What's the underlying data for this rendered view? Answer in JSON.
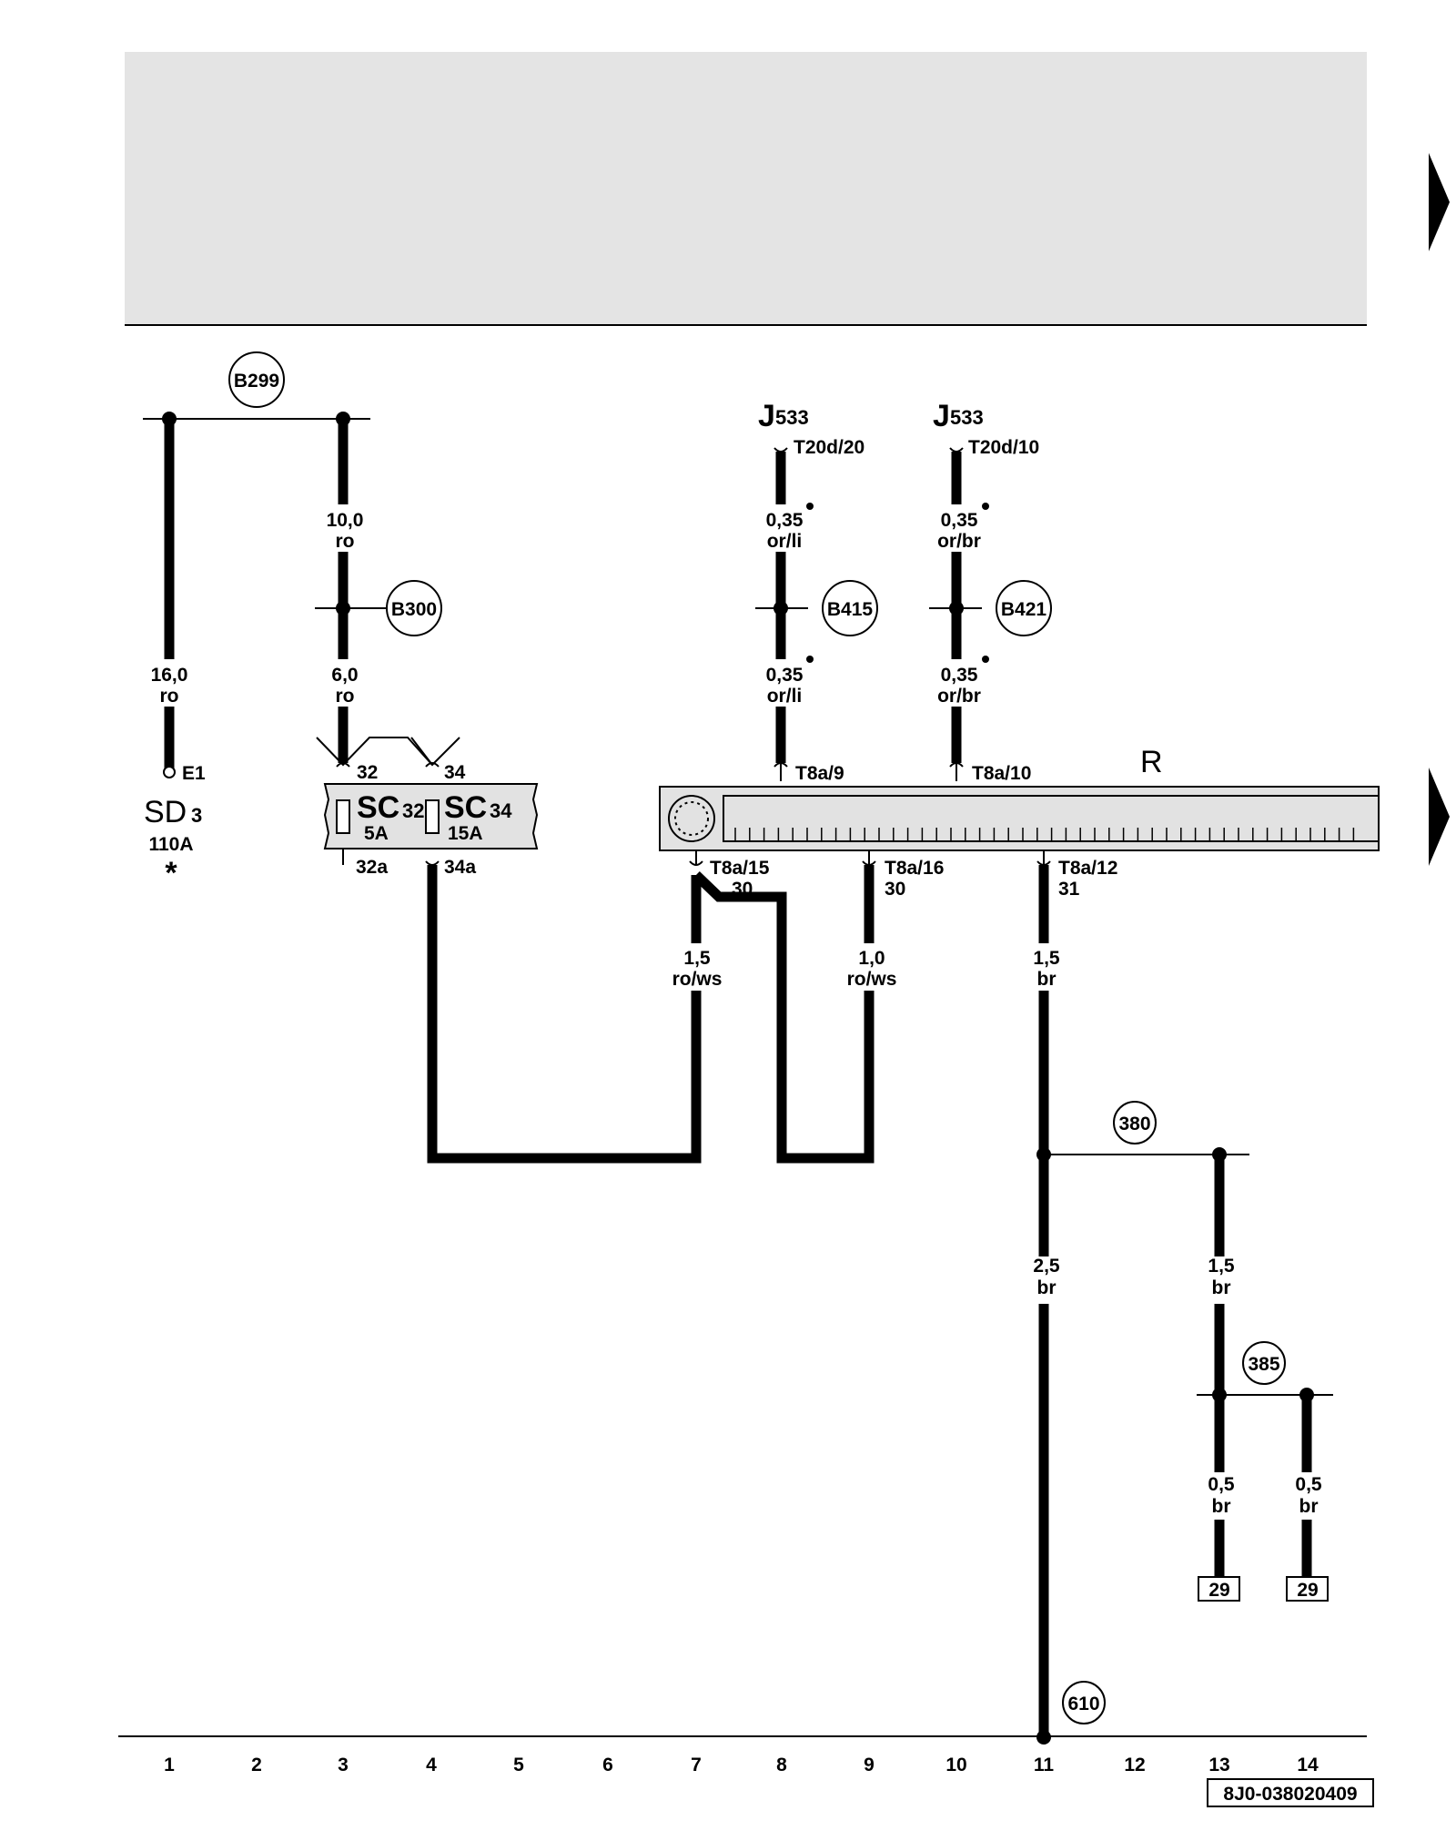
{
  "components": {
    "battery_ref": {
      "name": "SD",
      "sub": "3",
      "rating": "110A",
      "asterisk": "*",
      "terminal": "E1"
    },
    "fuse_a": {
      "name": "SC",
      "sub": "32",
      "rating": "5A",
      "in_pin": "32",
      "out_pin": "32a"
    },
    "fuse_b": {
      "name": "SC",
      "sub": "34",
      "rating": "15A",
      "in_pin": "34",
      "out_pin": "34a"
    },
    "gateway_left": {
      "name": "J",
      "sub": "533",
      "pin": "T20d/20"
    },
    "gateway_right": {
      "name": "J",
      "sub": "533",
      "pin": "T20d/10"
    },
    "radio": {
      "label": "R",
      "pins_top": [
        "T8a/9",
        "T8a/10"
      ],
      "pins_bottom": [
        {
          "pin": "T8a/15",
          "terminal": "30"
        },
        {
          "pin": "T8a/16",
          "terminal": "30"
        },
        {
          "pin": "T8a/12",
          "terminal": "31"
        }
      ]
    }
  },
  "nodes": [
    "B299",
    "B300",
    "B415",
    "B421",
    "380",
    "385",
    "610"
  ],
  "wires": [
    {
      "size": "16,0",
      "color": "ro"
    },
    {
      "size": "10,0",
      "color": "ro"
    },
    {
      "size": "6,0",
      "color": "ro"
    },
    {
      "size": "0,35",
      "color": "or/li"
    },
    {
      "size": "0,35",
      "color": "or/li"
    },
    {
      "size": "0,35",
      "color": "or/br"
    },
    {
      "size": "0,35",
      "color": "or/br"
    },
    {
      "size": "1,5",
      "color": "ro/ws"
    },
    {
      "size": "1,0",
      "color": "ro/ws"
    },
    {
      "size": "1,5",
      "color": "br"
    },
    {
      "size": "2,5",
      "color": "br"
    },
    {
      "size": "1,5",
      "color": "br"
    },
    {
      "size": "0,5",
      "color": "br"
    },
    {
      "size": "0,5",
      "color": "br"
    }
  ],
  "refs": [
    "29",
    "29"
  ],
  "track_numbers": [
    "1",
    "2",
    "3",
    "4",
    "5",
    "6",
    "7",
    "8",
    "9",
    "10",
    "11",
    "12",
    "13",
    "14"
  ],
  "doc_code": "8J0-038020409",
  "colors": {
    "header_band": "#e4e4e4",
    "component_fill": "#e2e2e2",
    "line": "#000000"
  },
  "icons": [
    "continuation-arrow-icon",
    "continuation-arrow-icon",
    "radio-dial-icon",
    "fuse-icon",
    "fuse-icon"
  ]
}
